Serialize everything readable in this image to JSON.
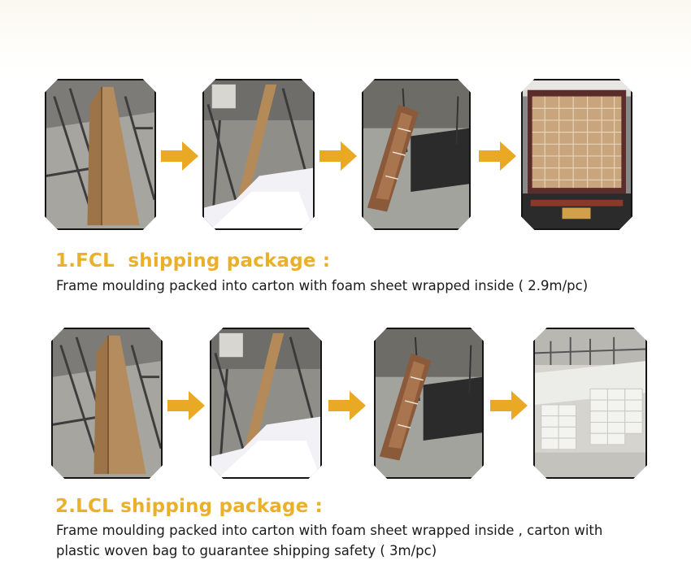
{
  "colors": {
    "heading": "#ebb02a",
    "arrow": "#eaa924",
    "text": "#1a1a1a"
  },
  "sections": [
    {
      "heading": "1.FCL  shipping package :",
      "caption": "Frame moulding packed into carton with foam sheet wrapped inside ( 2.9m/pc)",
      "steps": [
        {
          "photo": "carton-corner-photo"
        },
        {
          "photo": "foam-wrap-photo"
        },
        {
          "photo": "wrapped-bundle-photo"
        },
        {
          "photo": "container-loaded-photo"
        }
      ],
      "arrows": [
        "arrow-right-icon",
        "arrow-right-icon",
        "arrow-right-icon"
      ]
    },
    {
      "heading": "2.LCL shipping package :",
      "caption": "Frame moulding packed into carton with foam sheet wrapped inside , carton with plastic woven bag to guarantee shipping safety ( 3m/pc)",
      "steps": [
        {
          "photo": "carton-corner-photo"
        },
        {
          "photo": "foam-wrap-photo"
        },
        {
          "photo": "wrapped-bundle-photo"
        },
        {
          "photo": "woven-bag-stack-photo"
        }
      ],
      "arrows": [
        "arrow-right-icon",
        "arrow-right-icon",
        "arrow-right-icon"
      ]
    }
  ]
}
